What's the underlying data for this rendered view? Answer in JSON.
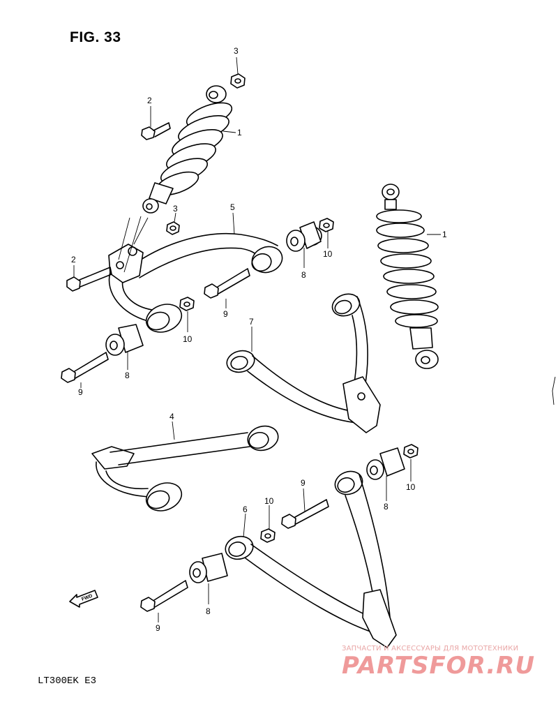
{
  "figure": {
    "title": "FIG. 33",
    "model_code": "LT300EK  E3",
    "fwd_label": "FWD"
  },
  "watermark": {
    "tagline": "ЗАПЧАСТИ И АКСЕССУАРЫ ДЛЯ МОТОТЕХНИКИ",
    "brand": "PARTSFOR.RU",
    "color": "#ef9a9a"
  },
  "callouts": [
    "3",
    "2",
    "1",
    "3",
    "5",
    "10",
    "8",
    "1",
    "2",
    "9",
    "10",
    "7",
    "8",
    "9",
    "4",
    "9",
    "10",
    "8",
    "10",
    "6",
    "8",
    "9"
  ]
}
